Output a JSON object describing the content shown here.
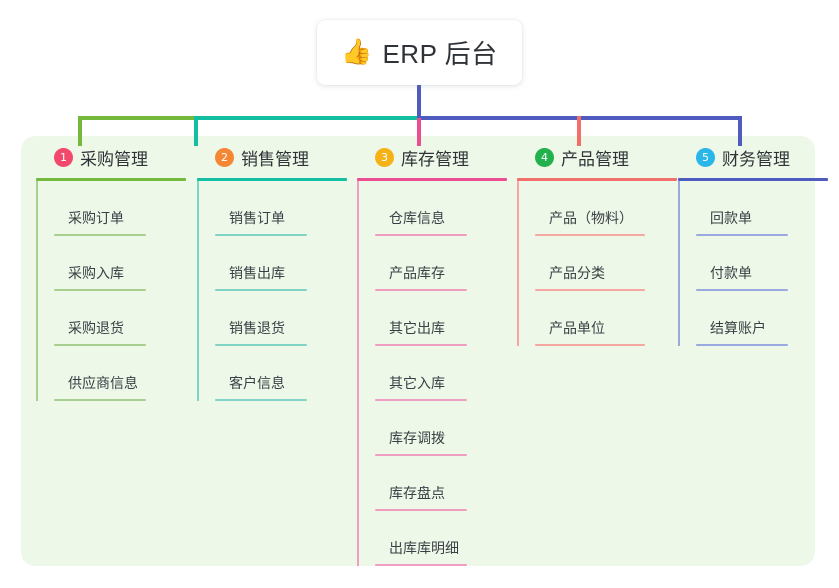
{
  "root": {
    "icon": "thumbs-up-icon",
    "icon_glyph": "👍",
    "title": "ERP 后台"
  },
  "palette": {
    "panel_bg": "#eef8e8",
    "page_bg": "#ffffff",
    "root_stem": "#4f5bbf",
    "bus_green": "#74b93c",
    "bus_teal": "#12bfa0",
    "bus_blue": "#4f5bbf"
  },
  "columns": [
    {
      "number": "1",
      "title": "采购管理",
      "badge_color": "#f2486b",
      "rule_color": "#74b93c",
      "leaf_color": "#a8cf8e",
      "items": [
        "采购订单",
        "采购入库",
        "采购退货",
        "供应商信息"
      ]
    },
    {
      "number": "2",
      "title": "销售管理",
      "badge_color": "#f58634",
      "rule_color": "#12bfa0",
      "leaf_color": "#7fd4c6",
      "items": [
        "销售订单",
        "销售出库",
        "销售退货",
        "客户信息"
      ]
    },
    {
      "number": "3",
      "title": "库存管理",
      "badge_color": "#f5b217",
      "rule_color": "#ec4f91",
      "leaf_color": "#f09dc2",
      "items": [
        "仓库信息",
        "产品库存",
        "其它出库",
        "其它入库",
        "库存调拨",
        "库存盘点",
        "出库库明细"
      ]
    },
    {
      "number": "4",
      "title": "产品管理",
      "badge_color": "#22b14c",
      "rule_color": "#f3706a",
      "leaf_color": "#f6a7a2",
      "items": [
        "产品（物料）",
        "产品分类",
        "产品单位"
      ]
    },
    {
      "number": "5",
      "title": "财务管理",
      "badge_color": "#29b6e8",
      "rule_color": "#4f5bbf",
      "leaf_color": "#9aa9e0",
      "items": [
        "回款单",
        "付款单",
        "结算账户"
      ]
    }
  ]
}
